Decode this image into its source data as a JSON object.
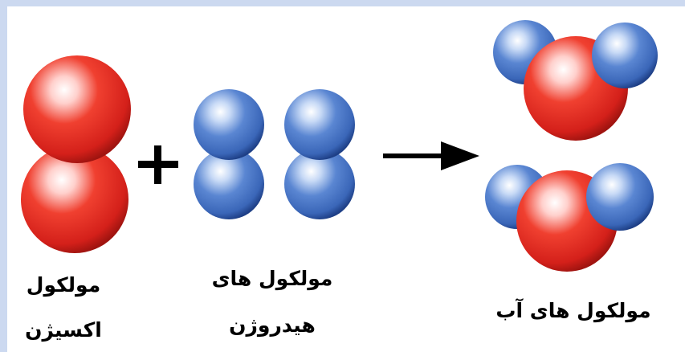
{
  "labels": {
    "oxygen_line1": "مولکول",
    "oxygen_line2": "اکسیژن",
    "hydrogen_line1": "مولکول های",
    "hydrogen_line2": "هیدروژن",
    "water": "مولکول های آب"
  },
  "symbols": {
    "plus": "plus-sign",
    "arrow": "reaction-arrow"
  },
  "colors": {
    "oxygen_atom": "#e8322a",
    "hydrogen_atom": "#4a78c8",
    "background_border": "#ccd9f0"
  }
}
